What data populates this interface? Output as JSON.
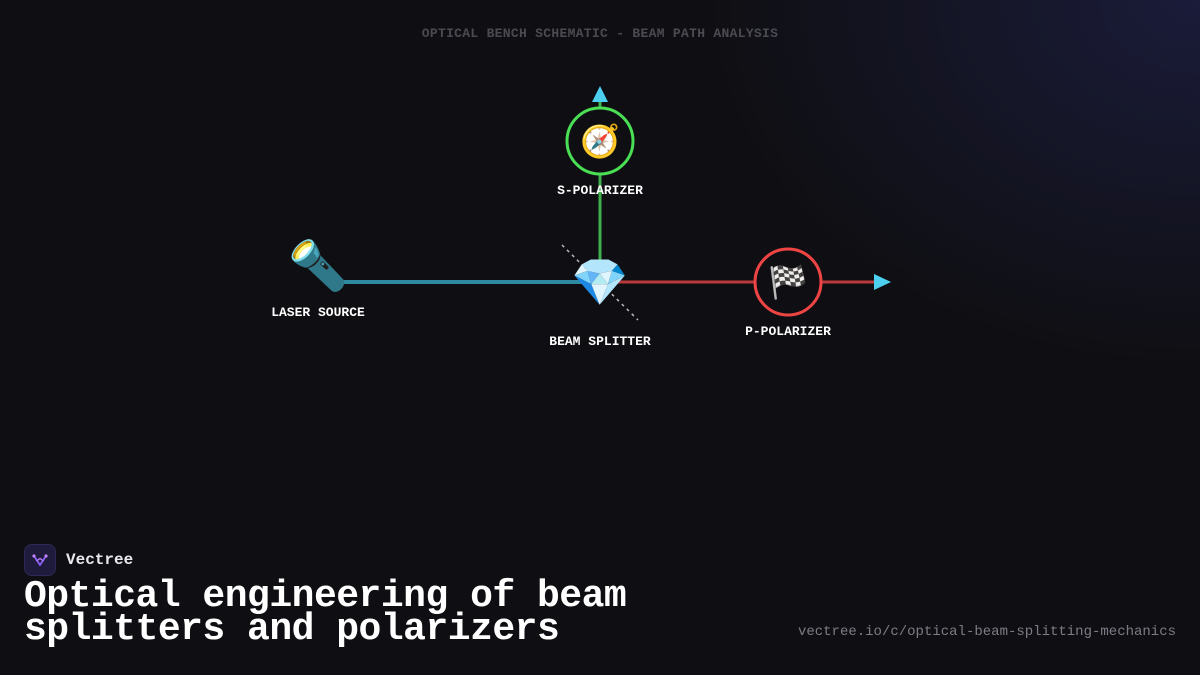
{
  "header": {
    "title": "OPTICAL BENCH SCHEMATIC - BEAM PATH ANALYSIS"
  },
  "nodes": {
    "laser": {
      "label": "LASER SOURCE",
      "icon": "flashlight-icon",
      "glyph": "🔦"
    },
    "splitter": {
      "label": "BEAM SPLITTER",
      "icon": "gem-icon",
      "glyph": "💎"
    },
    "s_polarizer": {
      "label": "S-POLARIZER",
      "icon": "compass-icon",
      "glyph": "🧭",
      "ring_color": "#4ade54"
    },
    "p_polarizer": {
      "label": "P-POLARIZER",
      "icon": "checkered-flag-icon",
      "glyph": "🏁",
      "ring_color": "#ef4444"
    }
  },
  "colors": {
    "incident_beam": "#2e8aa0",
    "transmitted_beam": "#b83a3a",
    "reflected_beam": "#3fb04a",
    "arrow": "#4dd0f0"
  },
  "brand": {
    "name": "Vectree"
  },
  "footer": {
    "headline": "Optical engineering of beam splitters and polarizers",
    "url": "vectree.io/c/optical-beam-splitting-mechanics"
  }
}
